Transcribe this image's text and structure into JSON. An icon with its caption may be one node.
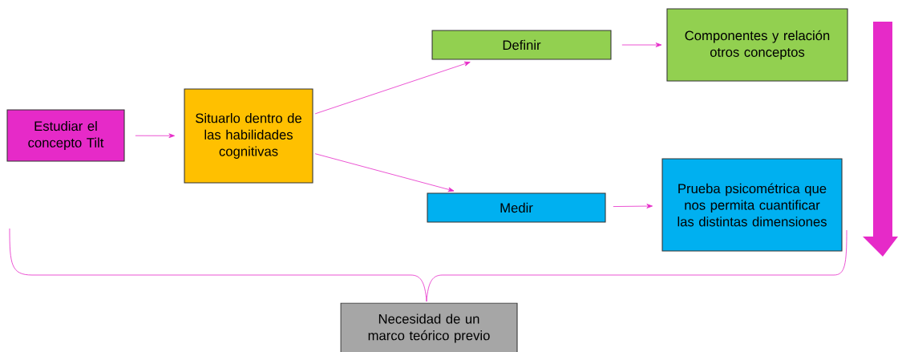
{
  "diagram": {
    "nodes": [
      {
        "text": [
          "Estudiar el concepto Tilt"
        ]
      },
      {
        "text": [
          "Situarlo dentro de las habilidades cognitivas"
        ]
      },
      {
        "text": [
          "Definir"
        ]
      },
      {
        "text": [
          "Componentes y relación otros conceptos"
        ]
      },
      {
        "text": [
          "Medir"
        ]
      },
      {
        "text": [
          "Prueba psicométrica que nos permita cuantificar las distintas dimensiones"
        ]
      },
      {
        "text": [
          "Necesidad de un marco teórico previo"
        ]
      }
    ],
    "edges": [
      {
        "from": 0,
        "to": 1,
        "arrow": "to"
      },
      {
        "from": 1,
        "to": 2,
        "arrow": "to"
      },
      {
        "from": 1,
        "to": 4,
        "arrow": "to"
      },
      {
        "from": 2,
        "to": 3,
        "arrow": "to"
      },
      {
        "from": 4,
        "to": 5,
        "arrow": "to"
      }
    ]
  }
}
